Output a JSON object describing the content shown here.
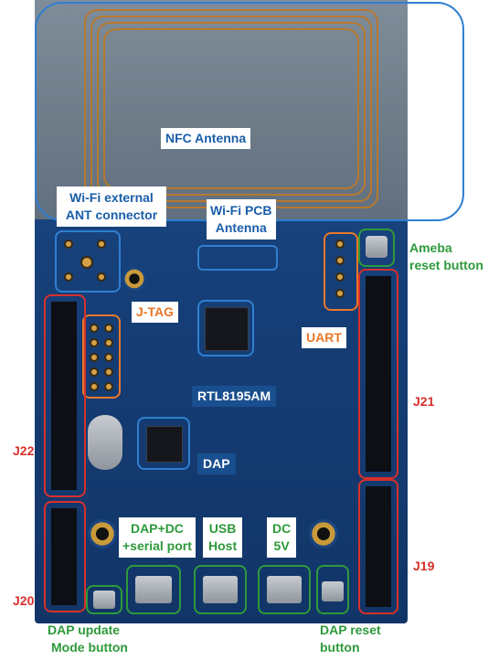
{
  "labels": {
    "nfc_antenna": "NFC Antenna",
    "wifi_external_line1": "Wi-Fi external",
    "wifi_external_line2": "ANT connector",
    "wifi_pcb_line1": "Wi-Fi PCB",
    "wifi_pcb_line2": "Antenna",
    "ameba_reset_line1": "Ameba",
    "ameba_reset_line2": "reset button",
    "jtag": "J-TAG",
    "uart": "UART",
    "rtl": "RTL8195AM",
    "j21": "J21",
    "j22": "J22",
    "dap": "DAP",
    "dap_dc_line1": "DAP+DC",
    "dap_dc_line2": "+serial port",
    "usb_host_line1": "USB",
    "usb_host_line2": "Host",
    "dc_line1": "DC",
    "dc_line2": "5V",
    "j19": "J19",
    "j20": "J20",
    "dap_update_line1": "DAP update",
    "dap_update_line2": "Mode button",
    "dap_reset_line1": "DAP reset",
    "dap_reset_line2": "button"
  },
  "colors": {
    "blue": "#1a5ea8",
    "green": "#2e9a3a",
    "red": "#d8302a",
    "orange": "#e8772a",
    "board": "#1e4e8c"
  }
}
